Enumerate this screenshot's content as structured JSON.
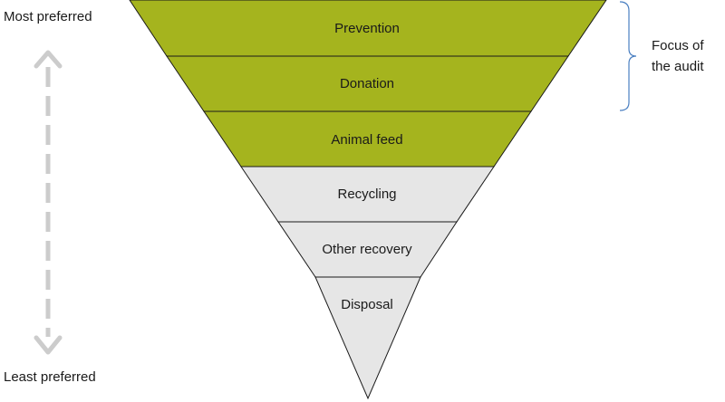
{
  "hierarchy": {
    "tiers": [
      {
        "label": "Prevention",
        "highlighted": true
      },
      {
        "label": "Donation",
        "highlighted": true
      },
      {
        "label": "Animal feed",
        "highlighted": true
      },
      {
        "label": "Recycling",
        "highlighted": false
      },
      {
        "label": "Other recovery",
        "highlighted": false
      },
      {
        "label": "Disposal",
        "highlighted": false
      }
    ]
  },
  "preference_axis": {
    "top_label": "Most preferred",
    "bottom_label": "Least preferred"
  },
  "focus_bracket": {
    "label_line1": "Focus of",
    "label_line2": "the audit"
  },
  "colors": {
    "highlight_fill": "#a5b41e",
    "plain_fill": "#e6e6e6",
    "outline": "#1a1a1a",
    "arrow": "#cccccc",
    "bracket": "#4a7fc1"
  }
}
